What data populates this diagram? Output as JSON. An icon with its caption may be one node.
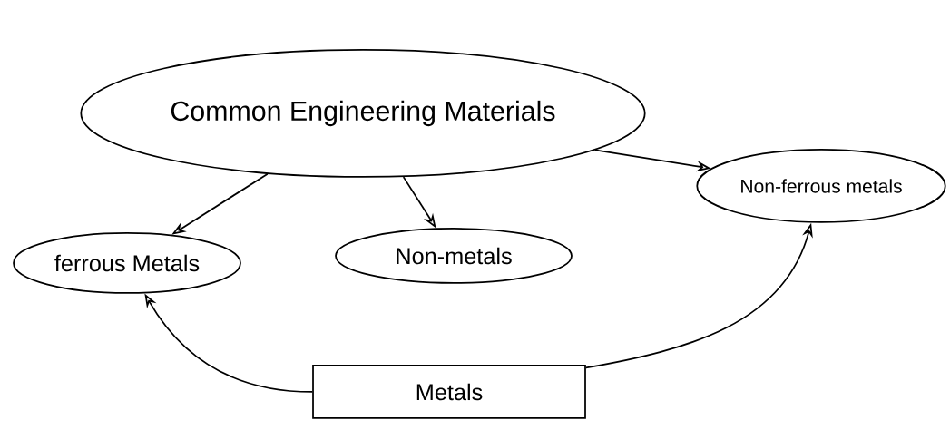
{
  "diagram": {
    "nodes": [
      {
        "text": [
          "Common Engineering Materials"
        ]
      },
      {
        "text": [
          "ferrous Metals"
        ]
      },
      {
        "text": [
          "Non-metals"
        ]
      },
      {
        "text": [
          "Non-ferrous metals"
        ]
      },
      {
        "text": [
          "Metals"
        ]
      }
    ],
    "edges": [
      {
        "from": 0,
        "to": 1,
        "arrow": "to"
      },
      {
        "from": 0,
        "to": 2,
        "arrow": "to"
      },
      {
        "from": 0,
        "to": 3,
        "arrow": "to"
      },
      {
        "from": 4,
        "to": 1,
        "arrow": "to"
      },
      {
        "from": 4,
        "to": 3,
        "arrow": "to"
      }
    ]
  }
}
